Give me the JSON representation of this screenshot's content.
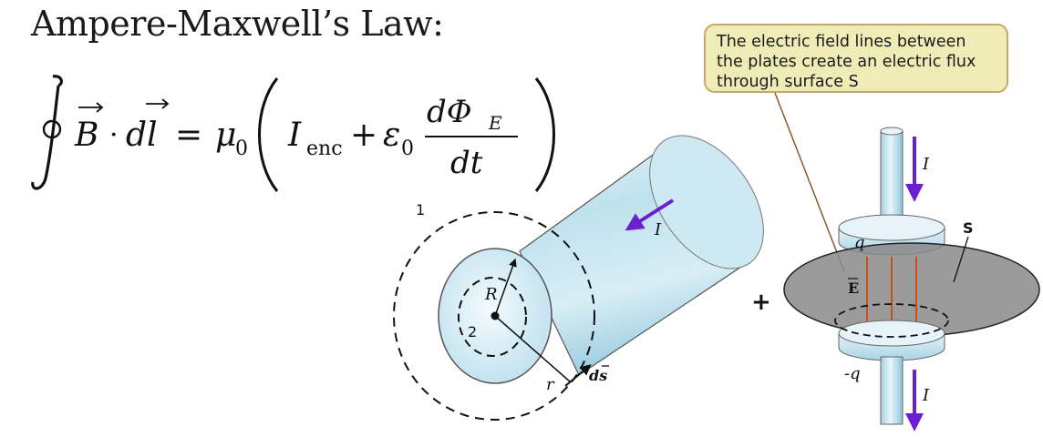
{
  "title": "Ampere-Maxwell’s Law:",
  "equation": {
    "lhs": "∮ B · dl",
    "mu": "μ",
    "mu_sub": "0",
    "I": "I",
    "I_sub": "enc",
    "plus": "+",
    "eps": "ε",
    "eps_sub": "0",
    "num": "dΦ",
    "num_sub": "E",
    "den": "dt"
  },
  "callout": {
    "lines": [
      "The electric field lines between",
      "the plates create an electric flux",
      "through surface S"
    ]
  },
  "cylinder_labels": {
    "loop1": "1",
    "loop2": "2",
    "radius": "R",
    "r": "r",
    "ds": "ds",
    "current": "I"
  },
  "capacitor_labels": {
    "plus": "+",
    "q_top": "q",
    "q_bottom": "-q",
    "surface": "S",
    "field": "E",
    "current_top": "I",
    "current_bottom": "I"
  },
  "colors": {
    "cylinder": "#bde3f0",
    "arrow": "#6a1fd0",
    "field_lines": "#c8511c",
    "surface": "#8a8a8a",
    "callout_bg": "#f0ecb7",
    "callout_border": "#c7a966"
  }
}
